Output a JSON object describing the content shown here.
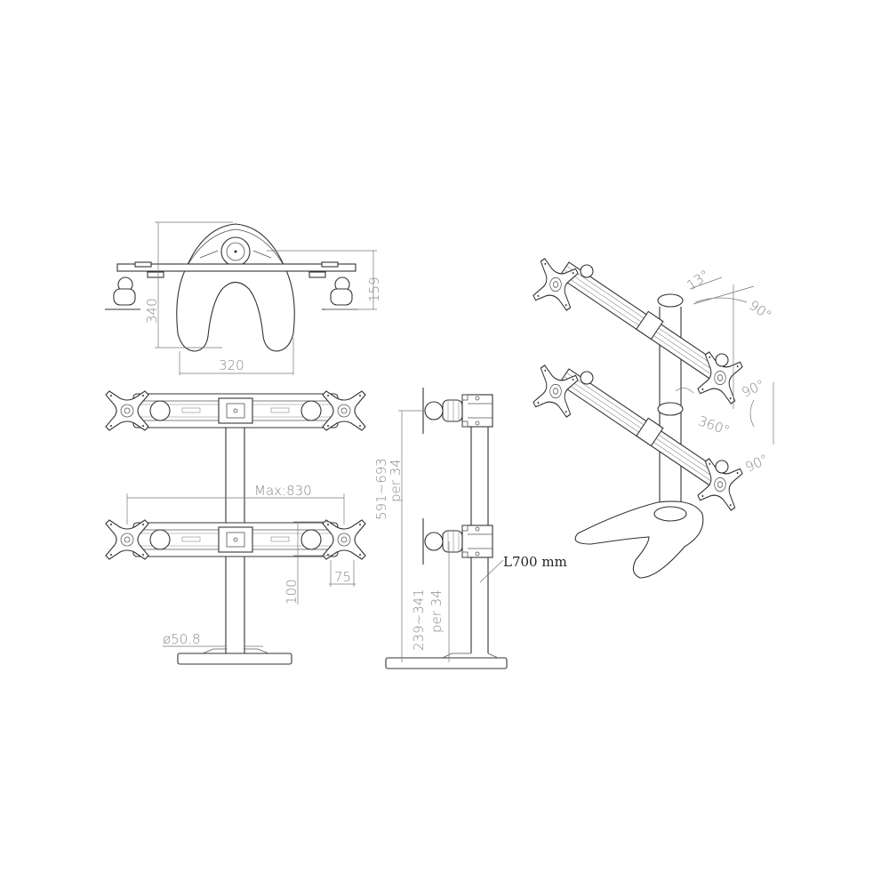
{
  "drawing": {
    "subject": "Dual-tier quad monitor desk stand",
    "views": {
      "top_view": {
        "dimensions": {
          "base_depth": "340",
          "base_width": "320",
          "arm_offset": "159"
        }
      },
      "front_view": {
        "dimensions": {
          "arm_span": "Max:830",
          "vesa_height": "100",
          "vesa_width": "75",
          "pole_diameter": "ø50.8"
        }
      },
      "side_view": {
        "dimensions": {
          "upper_height_range": "591~693",
          "upper_step": "per 34",
          "lower_height_range": "239~341",
          "lower_step": "per 34",
          "pole_length": "L700 mm"
        }
      },
      "iso_view": {
        "angles": {
          "tilt_up": "13°",
          "swivel": "90°",
          "rotate_top": "90°",
          "pan": "360°",
          "rotate_bottom": "90°"
        }
      }
    }
  }
}
